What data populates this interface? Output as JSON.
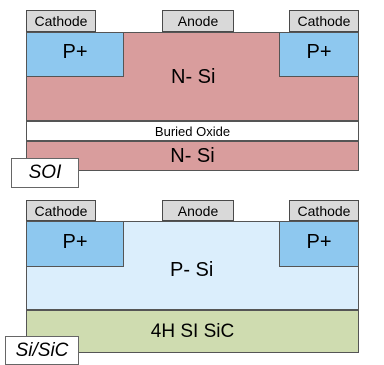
{
  "soi": {
    "contacts": {
      "cathode_left": "Cathode",
      "anode": "Anode",
      "cathode_right": "Cathode"
    },
    "p_left": "P+",
    "p_right": "P+",
    "body_label": "N- Si",
    "oxide_label": "Buried Oxide",
    "substrate_label": "N- Si",
    "tag": "SOI"
  },
  "sisic": {
    "contacts": {
      "cathode_left": "Cathode",
      "anode": "Anode",
      "cathode_right": "Cathode"
    },
    "p_left": "P+",
    "p_right": "P+",
    "body_label": "P- Si",
    "substrate_label": "4H SI SiC",
    "tag": "Si/SiC"
  },
  "colors": {
    "n_si": "#d99d9d",
    "p_si": "#dbeefc",
    "p_plus": "#8ec8ef",
    "contact": "#d9d9d9",
    "oxide": "#ffffff",
    "sic": "#cfdcb0"
  }
}
